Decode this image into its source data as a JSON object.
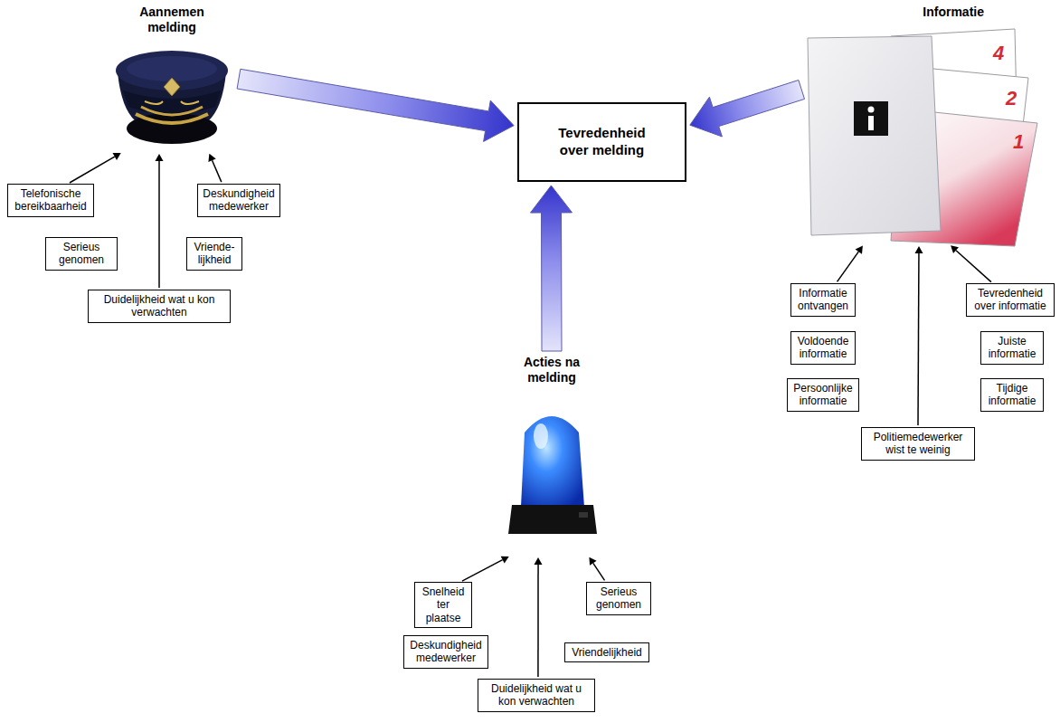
{
  "diagram": {
    "nodes": [
      {
        "text": [
          "Aannemen melding"
        ]
      },
      {
        "text": [
          "Informatie"
        ]
      },
      {
        "text": [
          "Tevredenheid over melding"
        ]
      },
      {
        "text": [
          "Telefonische bereikbaarheid"
        ]
      },
      {
        "text": [
          "Deskundigheid medewerker"
        ]
      },
      {
        "text": [
          "Serieus genomen"
        ]
      },
      {
        "text": [
          "Vriende-lijkheid"
        ]
      },
      {
        "text": [
          "Duidelijkheid wat u kon verwachten"
        ]
      },
      {
        "text": [
          "Informatie ontvangen"
        ]
      },
      {
        "text": [
          "Tevredenheid over informatie"
        ]
      },
      {
        "text": [
          "Voldoende informatie"
        ]
      },
      {
        "text": [
          "Juiste informatie"
        ]
      },
      {
        "text": [
          "Persoonlijke informatie"
        ]
      },
      {
        "text": [
          "Tijdige informatie"
        ]
      },
      {
        "text": [
          "Politiemedewerker wist te weinig"
        ]
      },
      {
        "text": [
          "Acties na melding"
        ]
      },
      {
        "text": [
          "Snelheid ter plaatse"
        ]
      },
      {
        "text": [
          "Serieus genomen"
        ]
      },
      {
        "text": [
          "Deskundigheid medewerker"
        ]
      },
      {
        "text": [
          "Vriendelijkheid"
        ]
      },
      {
        "text": [
          "Duidelijkheid wat u kon verwachten"
        ]
      }
    ],
    "edges": [
      {
        "from": 3,
        "to": 0,
        "arrow": "to"
      },
      {
        "from": 4,
        "to": 0,
        "arrow": "to"
      },
      {
        "from": 7,
        "to": 0,
        "arrow": "to"
      },
      {
        "from": 8,
        "to": 1,
        "arrow": "to"
      },
      {
        "from": 9,
        "to": 1,
        "arrow": "to"
      },
      {
        "from": 14,
        "to": 1,
        "arrow": "to"
      },
      {
        "from": 16,
        "to": 15,
        "arrow": "to"
      },
      {
        "from": 17,
        "to": 15,
        "arrow": "to"
      },
      {
        "from": 20,
        "to": 15,
        "arrow": "to"
      },
      {
        "from": 0,
        "to": 2,
        "arrow": "to"
      },
      {
        "from": 1,
        "to": 2,
        "arrow": "to"
      },
      {
        "from": 15,
        "to": 2,
        "arrow": "to"
      }
    ],
    "labels": [
      "4",
      "2",
      "1"
    ]
  }
}
